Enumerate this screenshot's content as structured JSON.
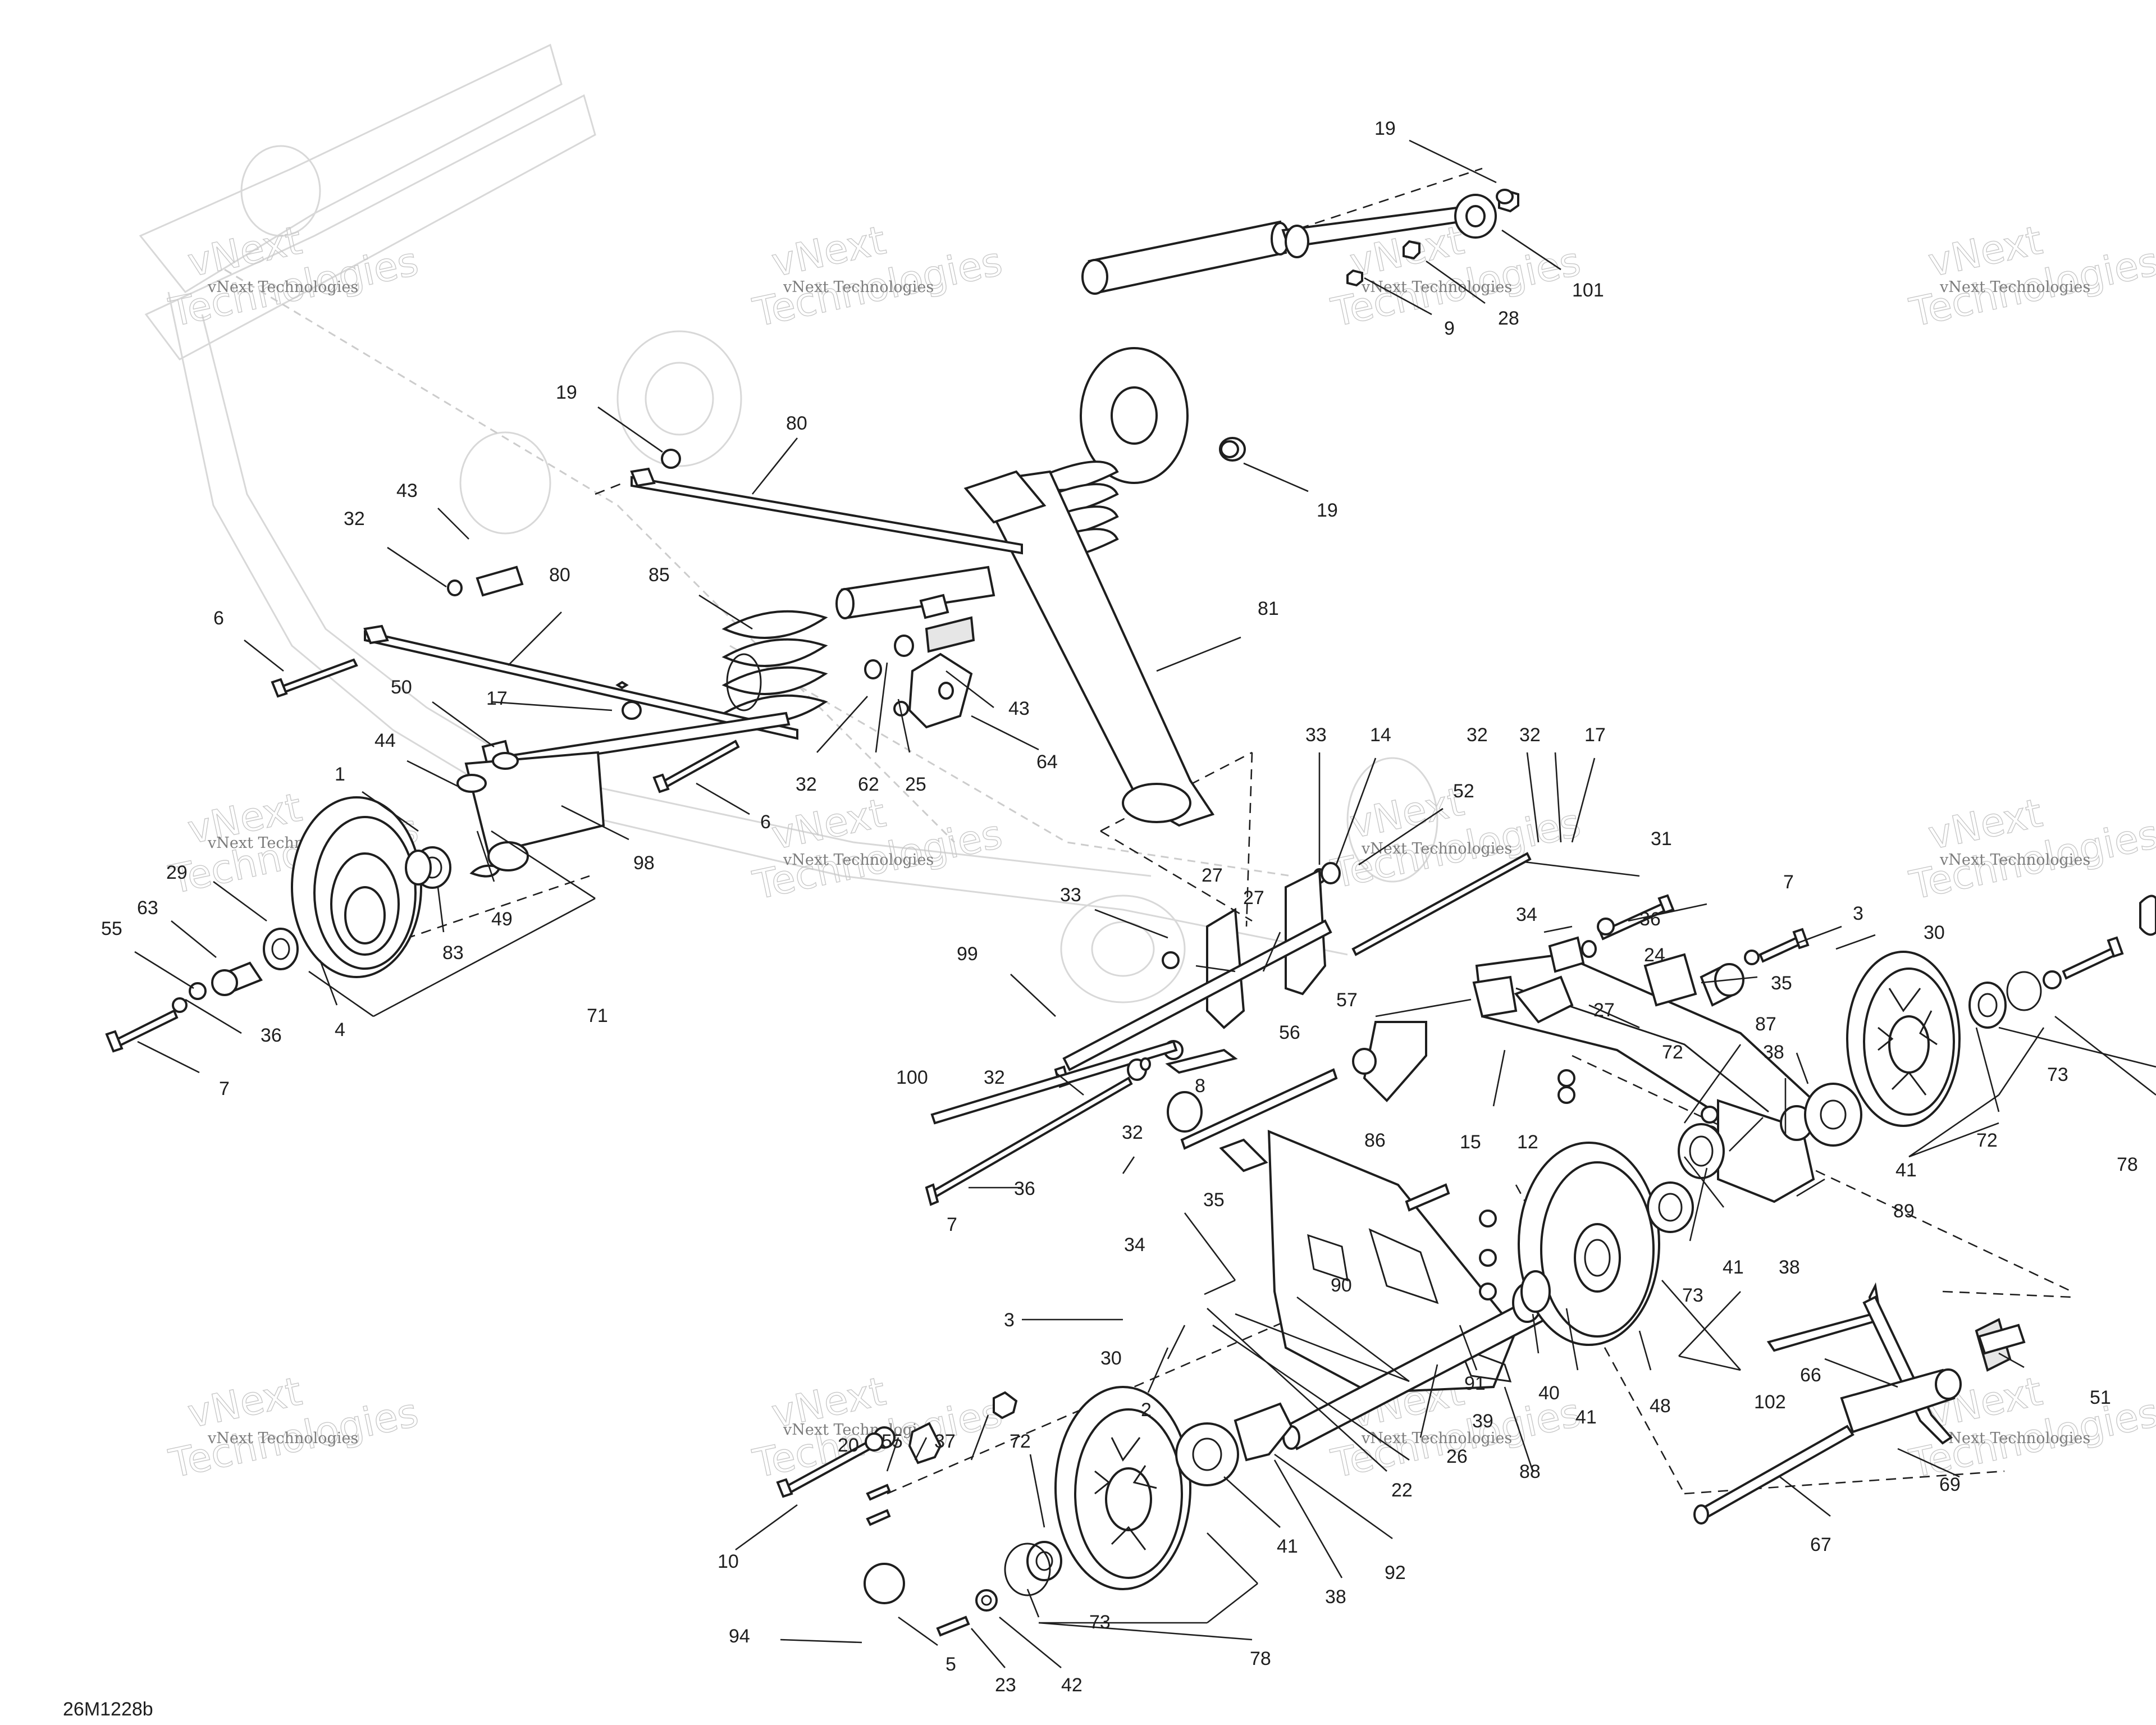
{
  "figure_id": "26M1228b",
  "watermark": {
    "brand": "vNext",
    "company": "Technologies",
    "small": "vNext Technologies"
  },
  "callouts": [
    {
      "label": "19"
    },
    {
      "label": "101"
    },
    {
      "label": "28"
    },
    {
      "label": "9"
    },
    {
      "label": "19"
    },
    {
      "label": "80"
    },
    {
      "label": "19"
    },
    {
      "label": "43"
    },
    {
      "label": "32"
    },
    {
      "label": "80"
    },
    {
      "label": "85"
    },
    {
      "label": "81"
    },
    {
      "label": "6"
    },
    {
      "label": "50"
    },
    {
      "label": "17"
    },
    {
      "label": "43"
    },
    {
      "label": "44"
    },
    {
      "label": "32"
    },
    {
      "label": "62"
    },
    {
      "label": "25"
    },
    {
      "label": "64"
    },
    {
      "label": "1"
    },
    {
      "label": "6"
    },
    {
      "label": "98"
    },
    {
      "label": "29"
    },
    {
      "label": "49"
    },
    {
      "label": "83"
    },
    {
      "label": "63"
    },
    {
      "label": "55"
    },
    {
      "label": "4"
    },
    {
      "label": "71"
    },
    {
      "label": "36"
    },
    {
      "label": "7"
    },
    {
      "label": "33"
    },
    {
      "label": "14"
    },
    {
      "label": "32"
    },
    {
      "label": "32"
    },
    {
      "label": "17"
    },
    {
      "label": "52"
    },
    {
      "label": "27"
    },
    {
      "label": "31"
    },
    {
      "label": "33"
    },
    {
      "label": "27"
    },
    {
      "label": "99"
    },
    {
      "label": "7"
    },
    {
      "label": "34"
    },
    {
      "label": "36"
    },
    {
      "label": "3"
    },
    {
      "label": "30"
    },
    {
      "label": "57"
    },
    {
      "label": "27"
    },
    {
      "label": "24"
    },
    {
      "label": "35"
    },
    {
      "label": "87"
    },
    {
      "label": "56"
    },
    {
      "label": "100"
    },
    {
      "label": "32"
    },
    {
      "label": "8"
    },
    {
      "label": "32"
    },
    {
      "label": "72"
    },
    {
      "label": "38"
    },
    {
      "label": "12"
    },
    {
      "label": "72"
    },
    {
      "label": "73"
    },
    {
      "label": "41"
    },
    {
      "label": "78"
    },
    {
      "label": "86"
    },
    {
      "label": "15"
    },
    {
      "label": "36"
    },
    {
      "label": "7"
    },
    {
      "label": "35"
    },
    {
      "label": "34"
    },
    {
      "label": "89"
    },
    {
      "label": "41"
    },
    {
      "label": "38"
    },
    {
      "label": "73"
    },
    {
      "label": "90"
    },
    {
      "label": "3"
    },
    {
      "label": "102"
    },
    {
      "label": "30"
    },
    {
      "label": "2"
    },
    {
      "label": "91"
    },
    {
      "label": "40"
    },
    {
      "label": "41"
    },
    {
      "label": "48"
    },
    {
      "label": "66"
    },
    {
      "label": "51"
    },
    {
      "label": "39"
    },
    {
      "label": "26"
    },
    {
      "label": "88"
    },
    {
      "label": "22"
    },
    {
      "label": "20"
    },
    {
      "label": "55"
    },
    {
      "label": "37"
    },
    {
      "label": "72"
    },
    {
      "label": "69"
    },
    {
      "label": "10"
    },
    {
      "label": "41"
    },
    {
      "label": "92"
    },
    {
      "label": "67"
    },
    {
      "label": "38"
    },
    {
      "label": "73"
    },
    {
      "label": "94"
    },
    {
      "label": "5"
    },
    {
      "label": "23"
    },
    {
      "label": "42"
    },
    {
      "label": "78"
    }
  ]
}
